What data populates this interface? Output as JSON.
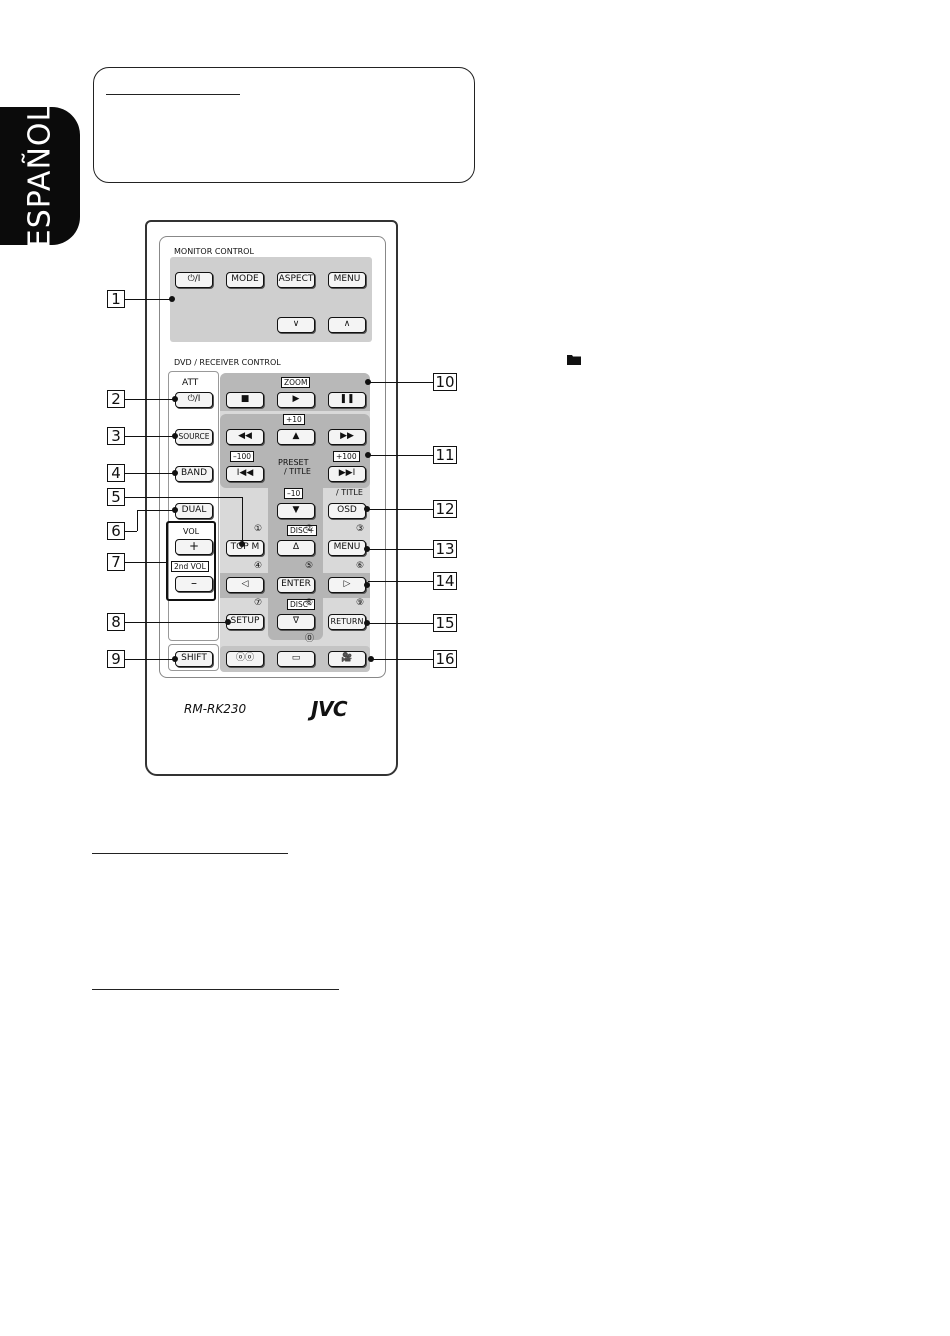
{
  "side_tab": "ESPAÑOL",
  "remote": {
    "monitor_label": "MONITOR CONTROL",
    "dvd_label": "DVD / RECEIVER CONTROL",
    "model": "RM-RK230",
    "brand": "JVC",
    "buttons": {
      "power_mon": "⏻/I",
      "mode": "MODE",
      "aspect": "ASPECT",
      "menu_mon": "MENU",
      "down_mon": "∨",
      "up_mon": "∧",
      "power_att": "⏻/I",
      "source": "SOURCE",
      "band": "BAND",
      "dual": "DUAL",
      "vol_plus": "+",
      "vol_minus": "–",
      "setup": "SETUP",
      "shift": "SHIFT",
      "stop": "■",
      "play": "▶",
      "pause": "❚❚",
      "rew": "◀◀",
      "up": "▲",
      "ff": "▶▶",
      "prev": "I◀◀",
      "next": "▶▶I",
      "down": "▼",
      "osd": "OSD",
      "topm": "TOP M",
      "cur_up": "∆",
      "menu": "MENU",
      "left": "◁",
      "enter": "ENTER",
      "right": "▷",
      "cur_down": "∇",
      "return": "RETURN",
      "audio": "ⓞⓞ",
      "subtitle": "▭",
      "angle": "🎥"
    },
    "labels": {
      "att": "ATT",
      "zoom": "ZOOM",
      "plus10": "+10",
      "minus100": "–100",
      "plus100": "+100",
      "preset": "PRESET",
      "title_folder": "/ TITLE",
      "minus10": "–10",
      "title2": "/ TITLE",
      "vol": "VOL",
      "vol2": "2nd VOL",
      "disc_plus": "DISC+",
      "disc_minus": "DISC–",
      "n1": "①",
      "n2": "②",
      "n3": "③",
      "n4": "④",
      "n5": "⑤",
      "n6": "⑥",
      "n7": "⑦",
      "n8": "⑧",
      "n9": "⑨",
      "n0": "⓪"
    },
    "callouts": [
      "1",
      "2",
      "3",
      "4",
      "5",
      "6",
      "7",
      "8",
      "9",
      "10",
      "11",
      "12",
      "13",
      "14",
      "15",
      "16"
    ]
  }
}
